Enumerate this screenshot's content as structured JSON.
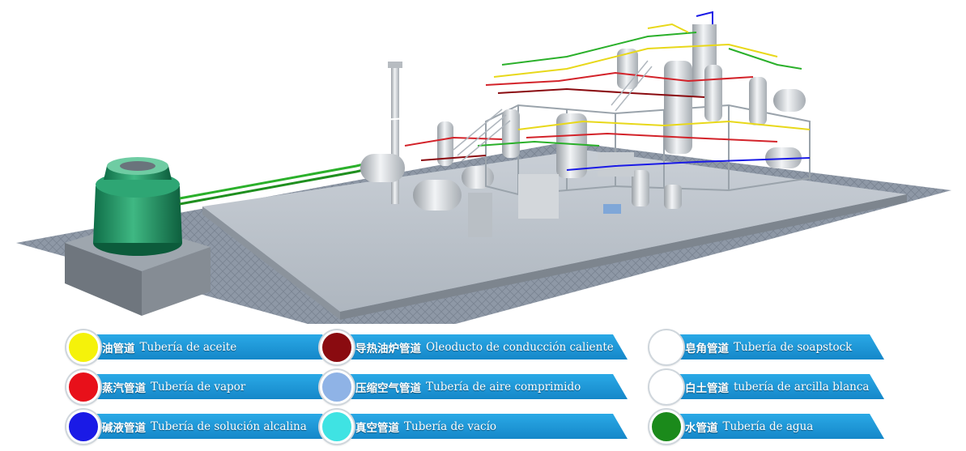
{
  "legend": {
    "items": [
      {
        "zh": "油管道",
        "es": "Tubería de aceite",
        "color": "#f5f20a"
      },
      {
        "zh": "蒸汽管道",
        "es": "Tubería de vapor",
        "color": "#e8101a"
      },
      {
        "zh": "碱液管道",
        "es": "Tubería de solución alcalina",
        "color": "#1a1ae6"
      },
      {
        "zh": "导热油炉管道",
        "es": "Oleoducto de conducción caliente",
        "color": "#8a0b10"
      },
      {
        "zh": "压缩空气管道",
        "es": "Tubería de aire comprimido",
        "color": "#8fb3e6"
      },
      {
        "zh": "真空管道",
        "es": "Tubería de vacío",
        "color": "#3fe3e3"
      },
      {
        "zh": "皂角管道",
        "es": "Tubería de soapstock",
        "color": "#ffffff"
      },
      {
        "zh": "白土管道",
        "es": "tubería de arcilla blanca",
        "color": "#ffffff"
      },
      {
        "zh": "水管道",
        "es": "Tubería de agua",
        "color": "#1b8a1b"
      }
    ]
  }
}
